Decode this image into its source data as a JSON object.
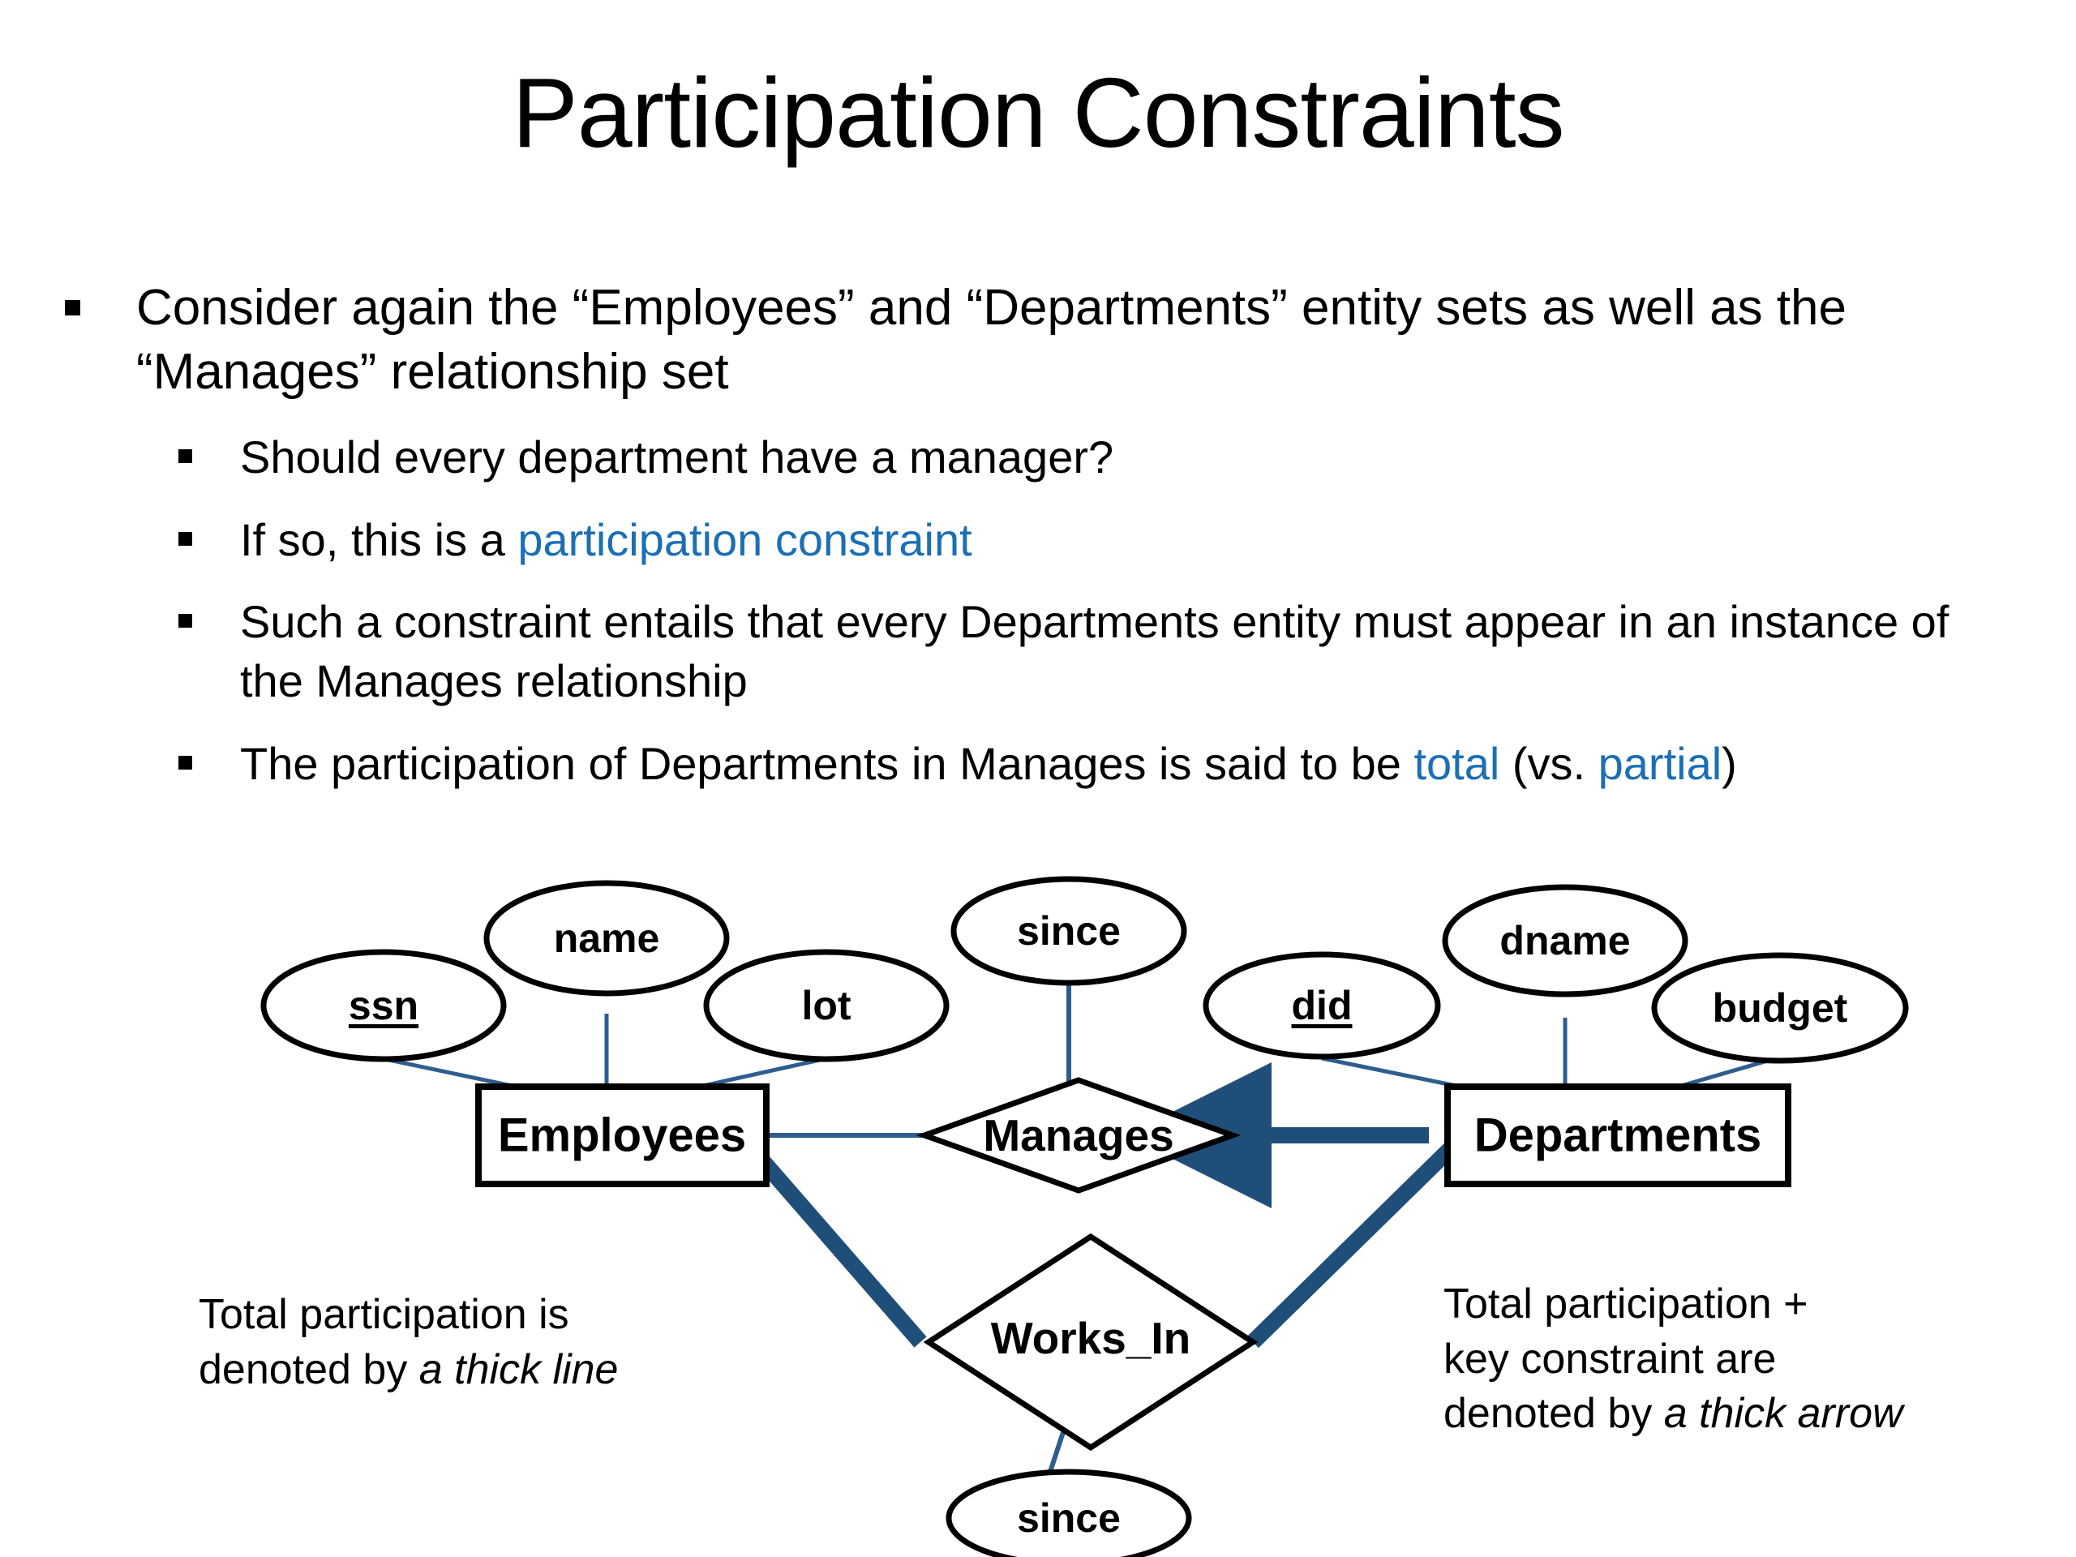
{
  "slide": {
    "title": "Participation Constraints"
  },
  "bullets": [
    {
      "level": 1,
      "text": "Consider again the “Employees” and “Departments” entity sets as well as the “Manages” relationship set"
    },
    {
      "level": 2,
      "text": "Should every department have a manager?"
    },
    {
      "level": 2,
      "text_before": "If so, this is a ",
      "highlight": "participation constraint",
      "text_after": ""
    },
    {
      "level": 2,
      "text": "Such a constraint entails that every Departments entity must appear in an instance of the Manages relationship"
    },
    {
      "level": 2,
      "text_before": "The participation of Departments in Manages is said to be ",
      "highlight": "total",
      "text_mid": " (vs. ",
      "highlight2": "partial",
      "text_after": ")"
    }
  ],
  "diagram": {
    "entities": [
      {
        "id": "employees",
        "label": "Employees"
      },
      {
        "id": "departments",
        "label": "Departments"
      }
    ],
    "relationships": [
      {
        "id": "manages",
        "label": "Manages"
      },
      {
        "id": "works_in",
        "label": "Works_In"
      }
    ],
    "attributes": [
      {
        "id": "ssn",
        "label": "ssn",
        "key": true,
        "owner": "employees"
      },
      {
        "id": "name",
        "label": "name",
        "key": false,
        "owner": "employees"
      },
      {
        "id": "lot",
        "label": "lot",
        "key": false,
        "owner": "employees"
      },
      {
        "id": "did",
        "label": "did",
        "key": true,
        "owner": "departments"
      },
      {
        "id": "dname",
        "label": "dname",
        "key": false,
        "owner": "departments"
      },
      {
        "id": "budget",
        "label": "budget",
        "key": false,
        "owner": "departments"
      },
      {
        "id": "since_mgr",
        "label": "since",
        "key": false,
        "owner": "manages"
      },
      {
        "id": "since_works",
        "label": "since",
        "key": false,
        "owner": "works_in"
      }
    ],
    "edges": [
      {
        "from": "employees",
        "to": "manages",
        "style": "thin"
      },
      {
        "from": "departments",
        "to": "manages",
        "style": "thick-arrow"
      },
      {
        "from": "employees",
        "to": "works_in",
        "style": "thick"
      },
      {
        "from": "departments",
        "to": "works_in",
        "style": "thick"
      }
    ],
    "colors": {
      "thin_line": "#2E5E8E",
      "thick_line": "#1F4E79",
      "shape_stroke": "#000000",
      "link_text": "#1B6FB5"
    }
  },
  "captions": {
    "left": {
      "line1": "Total participation is",
      "line2_before": "denoted by ",
      "line2_italic": "a thick line"
    },
    "right": {
      "line1": "Total participation +",
      "line2": "key constraint are",
      "line3_before": "denoted by ",
      "line3_italic": "a thick arrow"
    }
  }
}
